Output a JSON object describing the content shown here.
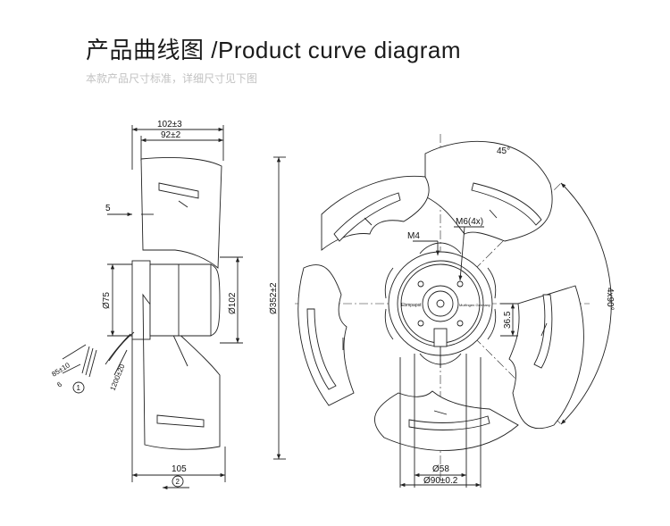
{
  "header": {
    "title_zh": "产品曲线图",
    "title_en": "/Product curve diagram",
    "subtitle": "本款产品尺寸标准，详细尺寸见下图"
  },
  "side_view": {
    "width_total": "102±3",
    "width_inner": "92±2",
    "offset": "5",
    "diameter_hub": "Ø75",
    "diameter_rotor": "Ø102",
    "cable_length": "1200±20",
    "cable_strip": "85±10",
    "wire_strip": "6",
    "callout_cable": "1",
    "depth_bottom": "105",
    "callout_airflow": "2"
  },
  "front_view": {
    "diameter_fan": "Ø352±2",
    "angle_45": "45°",
    "angle_4x90": "4x90°",
    "thread_m4": "M4",
    "thread_m6": "M6(4x)",
    "dim_36_5": "36.5",
    "diameter_58": "Ø58",
    "diameter_90": "Ø90±0.2",
    "label_hub_left": "Ebmpapst",
    "label_hub_right": "Mulfingen Germany"
  },
  "colors": {
    "line": "#222222",
    "blade_fill": "#ffffff",
    "title": "#1a1a1a",
    "subtitle": "#c2c2c2"
  }
}
